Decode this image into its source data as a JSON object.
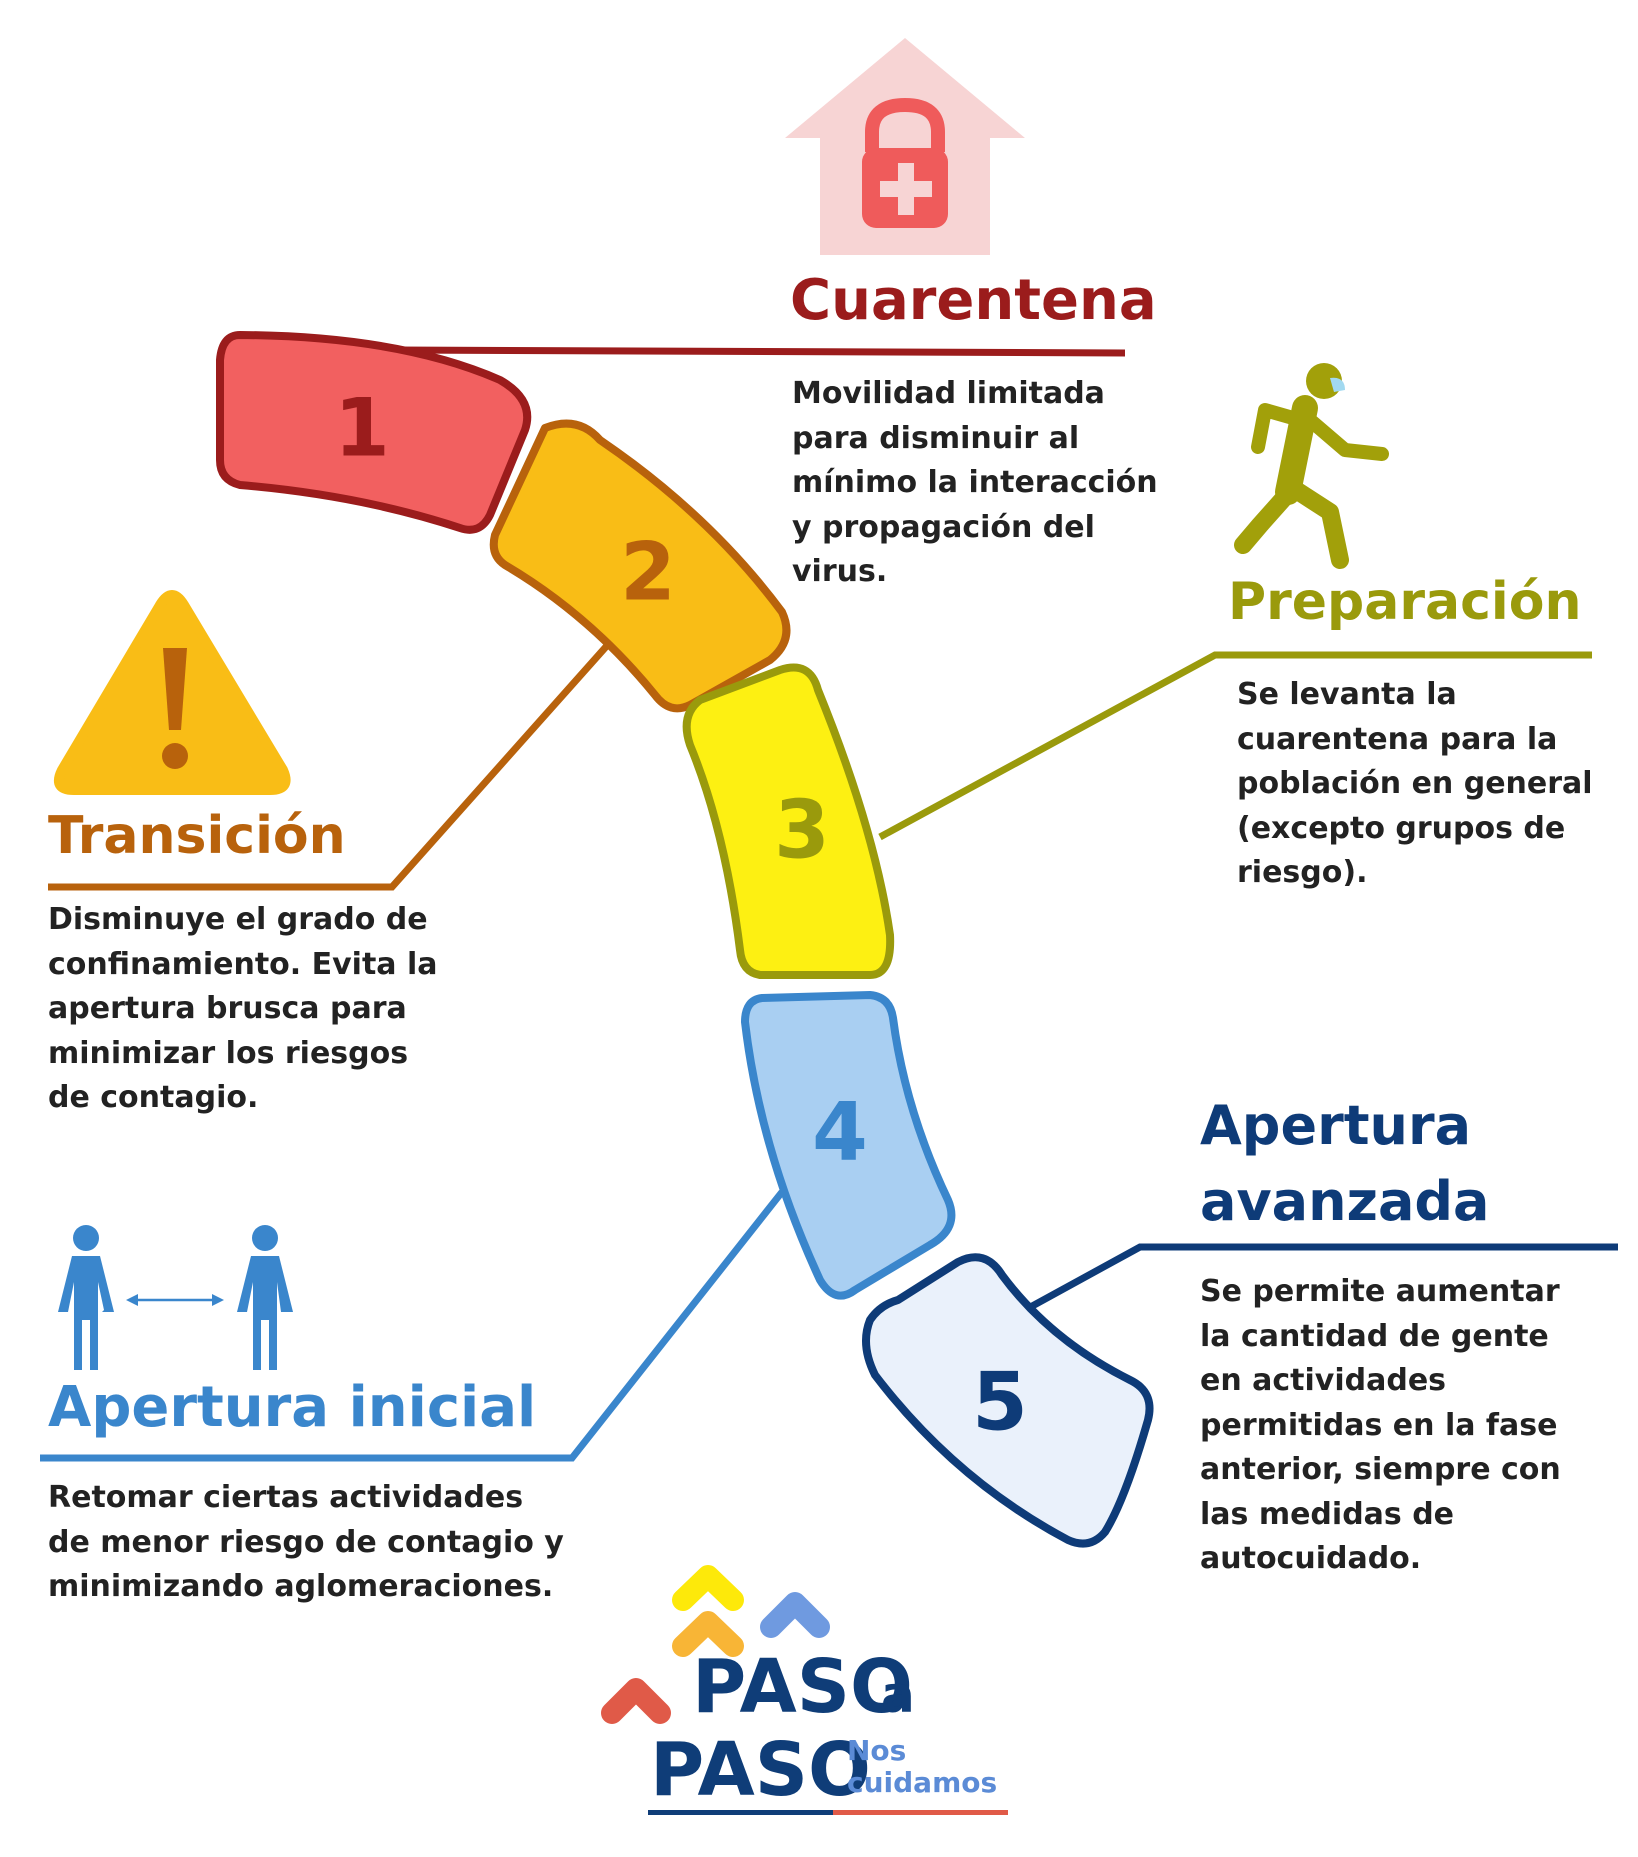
{
  "phases": [
    {
      "number": "1",
      "title": "Cuarentena",
      "description": "Movilidad limitada\npara disminuir al\nmínimo la interacción\ny propagación del\nvirus.",
      "color": "#9b1c1c",
      "fill": "#f26060"
    },
    {
      "number": "2",
      "title": "Transición",
      "description": "Disminuye el grado de\nconfinamiento. Evita la\napertura brusca para\nminimizar los riesgos\nde contagio.",
      "color": "#b8620c",
      "fill": "#f9bd16"
    },
    {
      "number": "3",
      "title": "Preparación",
      "description": "Se levanta la\ncuarentena para la\npoblación en general\n(excepto grupos de\nriesgo).",
      "color": "#9a9a0c",
      "fill": "#fdf012"
    },
    {
      "number": "4",
      "title": "Apertura inicial",
      "description": "Retomar ciertas actividades\nde menor riesgo de contagio y\nminimizando aglomeraciones.",
      "color": "#3a86cc",
      "fill": "#a9cff2"
    },
    {
      "number": "5",
      "title": "Apertura avanzada",
      "description": "Se permite aumentar\nla cantidad de gente\nen actividades\npermitidas en la fase\nanterior, siempre con\nlas medidas de\nautocuidado.",
      "color": "#0e3b78",
      "fill": "#eaf1fb"
    }
  ],
  "logo": {
    "line1": "PASO",
    "line1_suffix": "a",
    "line2": "PASO",
    "tagline_line1": "Nos",
    "tagline_line2": "cuidamos"
  },
  "icons": {
    "quarantine": "house-lock-icon",
    "transition": "warning-triangle-icon",
    "preparation": "walking-person-mask-icon",
    "initial_opening": "social-distance-icon",
    "logo": "chevron-steps-icon"
  }
}
